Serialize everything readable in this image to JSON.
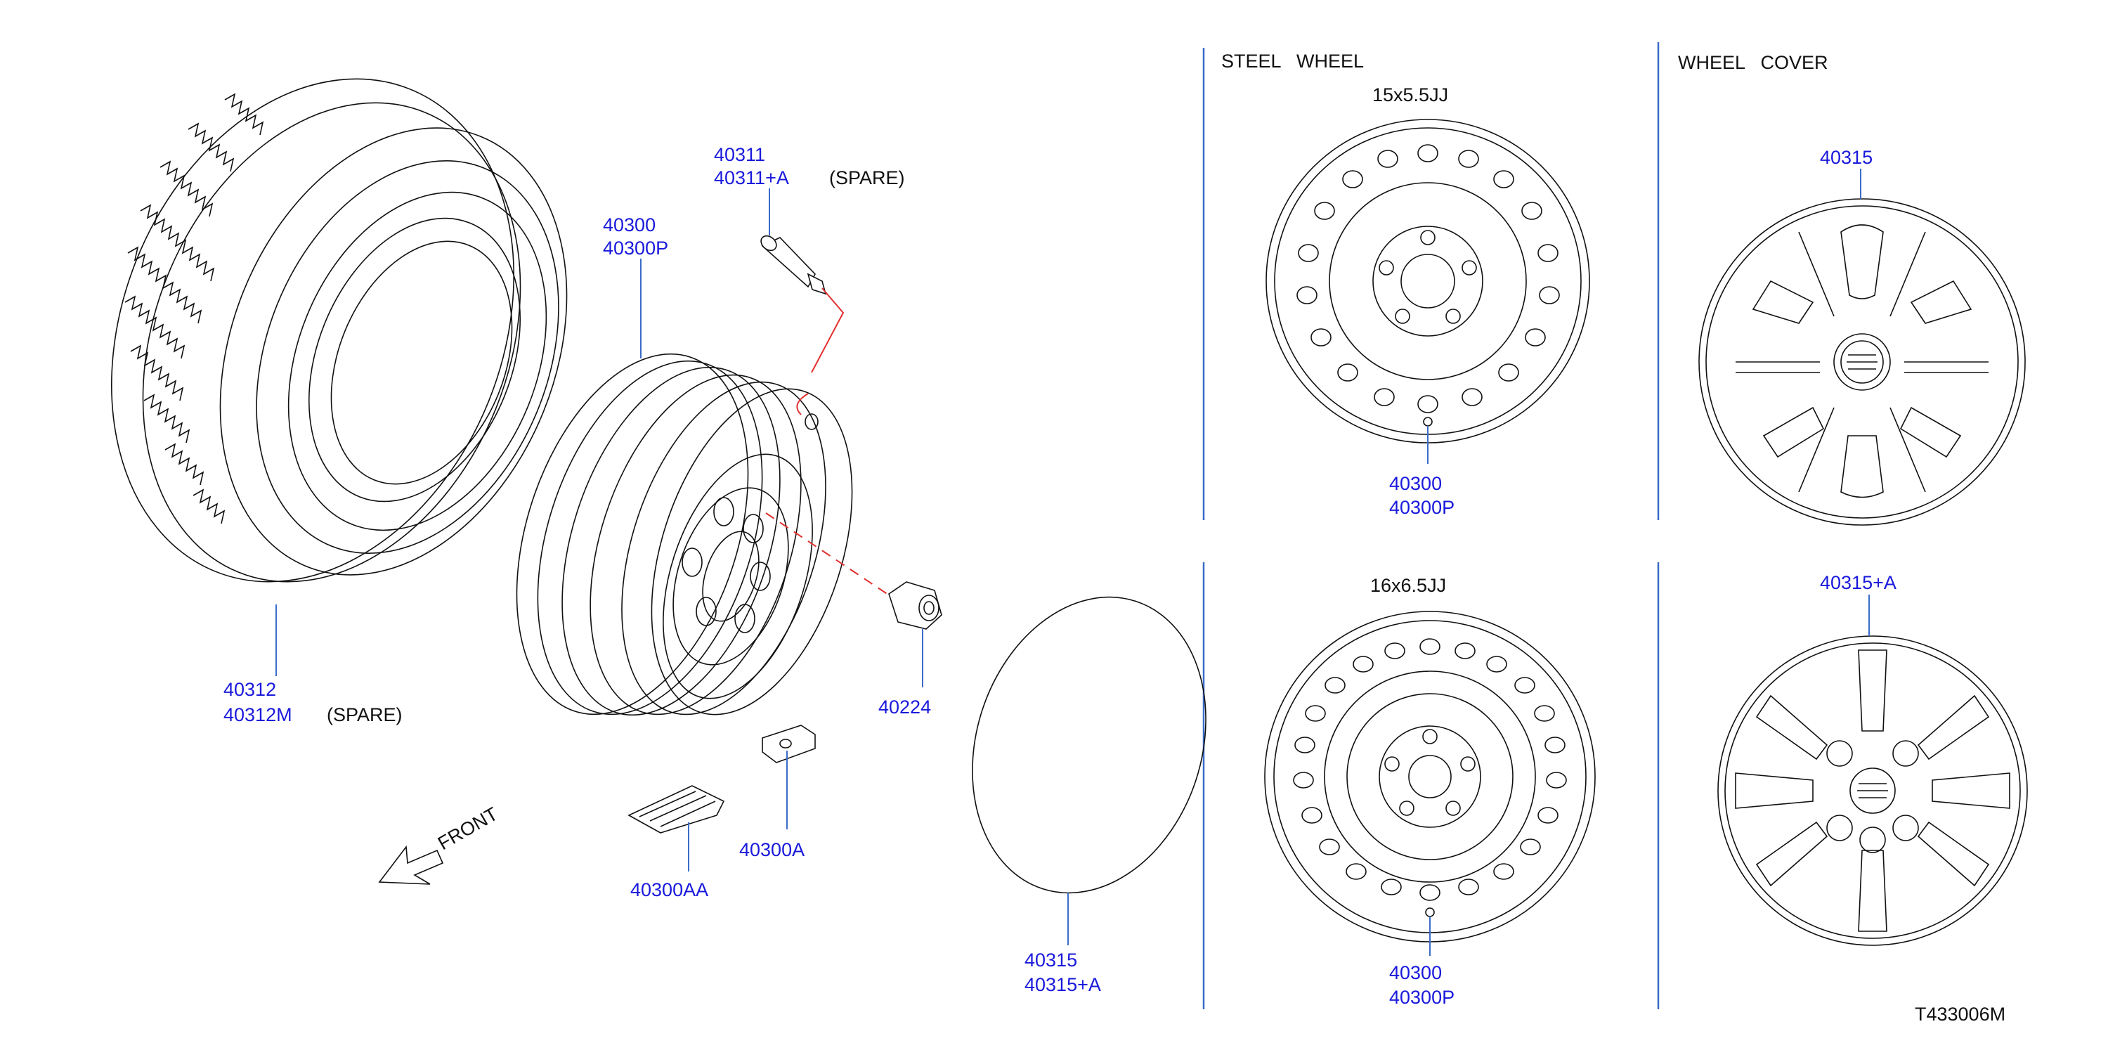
{
  "sections": {
    "steel_wheel": "STEEL   WHEEL",
    "wheel_cover": "WHEEL   COVER"
  },
  "sizes": {
    "size_15": "15x5.5JJ",
    "size_16": "16x6.5JJ"
  },
  "parts": {
    "valve_1": "40311",
    "valve_2": "40311+A",
    "valve_note": "(SPARE)",
    "wheel_1": "40300",
    "wheel_2": "40300P",
    "tire_1": "40312",
    "tire_2": "40312M",
    "tire_note": "(SPARE)",
    "nut": "40224",
    "weight_clip": "40300A",
    "weight_adhesive": "40300AA",
    "cover_1": "40315",
    "cover_2": "40315+A",
    "steel15_1": "40300",
    "steel15_2": "40300P",
    "steel16_1": "40300",
    "steel16_2": "40300P",
    "wc_top": "40315",
    "wc_bottom": "40315+A"
  },
  "front_label": "FRONT",
  "diagram_id": "T433006M",
  "colors": {
    "part_number": "#1a1adc",
    "leader": "#3a6cc8",
    "guide": "#e0302e",
    "ink": "#111111"
  }
}
